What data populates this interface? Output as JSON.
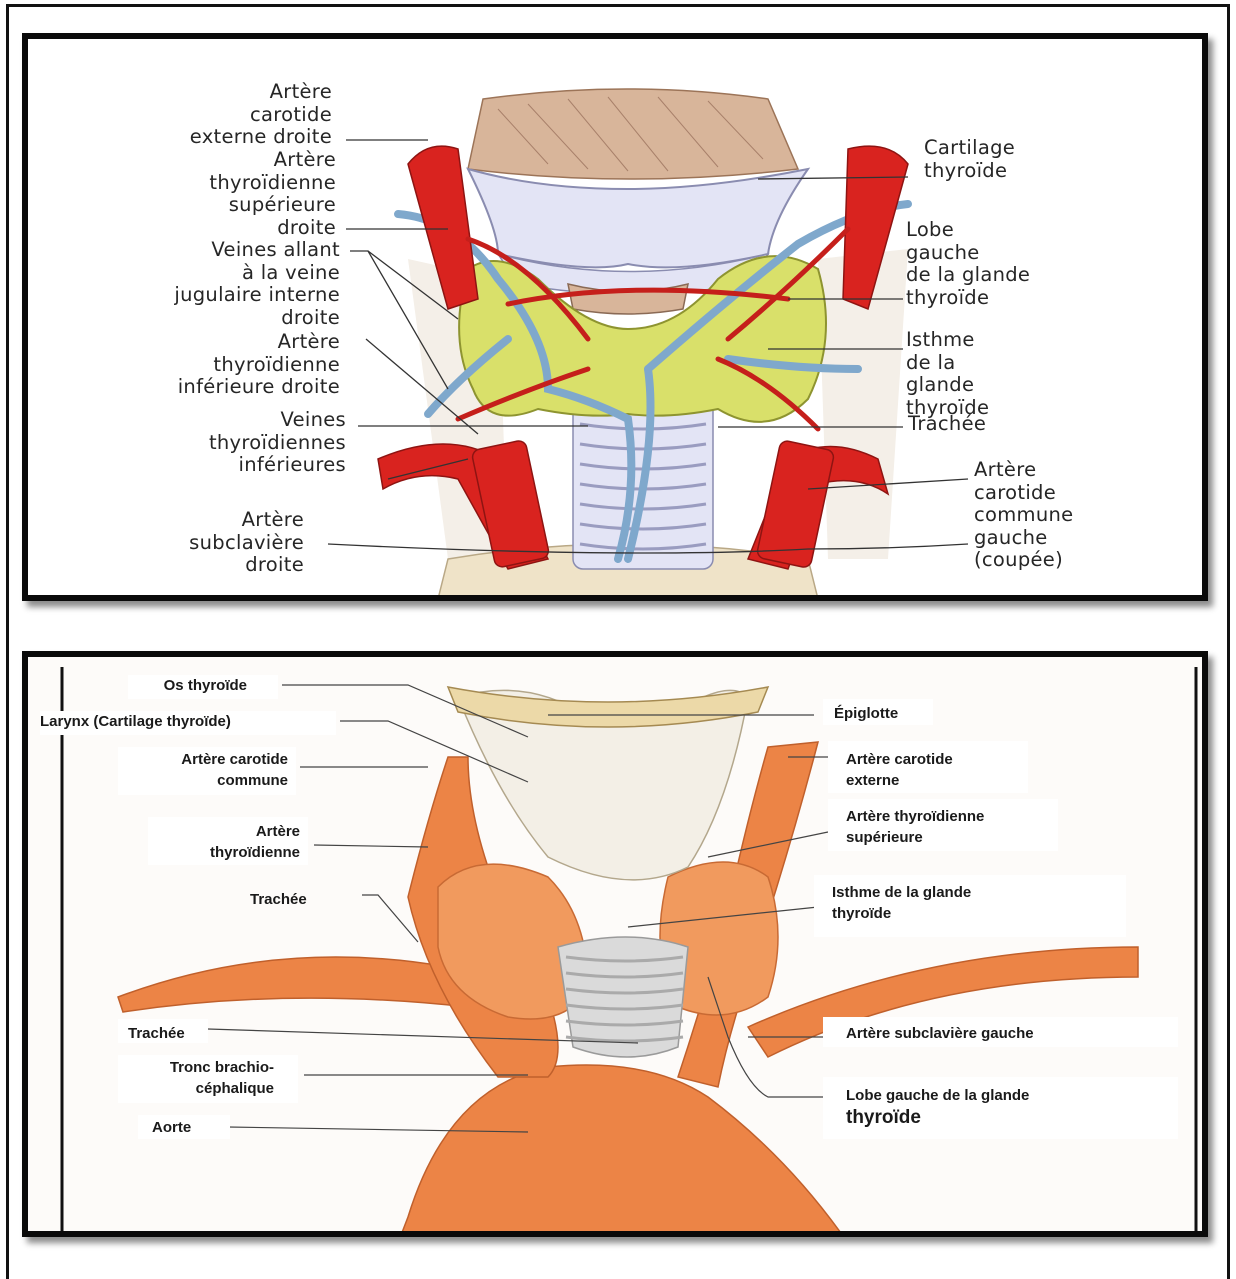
{
  "top_figure": {
    "labels": {
      "carotide_externe": [
        "Artère",
        "carotide",
        "externe droite"
      ],
      "thyroidienne_sup": [
        "Artère",
        "thyroïdienne",
        "supérieure",
        "droite"
      ],
      "veines_allant": [
        "Veines allant",
        "à la veine",
        "jugulaire interne",
        "droite"
      ],
      "thyroidienne_inf": [
        "Artère",
        "thyroïdienne",
        "inférieure droite"
      ],
      "veines_inf": [
        "Veines",
        "thyroïdiennes",
        "inférieures"
      ],
      "subclaviere": [
        "Artère",
        "subclavière",
        "droite"
      ],
      "cartilage": [
        "Cartilage",
        "thyroïde"
      ],
      "lobe_gauche": [
        "Lobe",
        "gauche",
        "de la glande",
        "thyroïde"
      ],
      "isthme": [
        "Isthme",
        "de la",
        "glande",
        "thyroïde"
      ],
      "trachee": "Trachée",
      "carotide_commune": [
        "Artère",
        "carotide",
        "commune",
        "gauche",
        "(coupée)"
      ]
    }
  },
  "bottom_figure": {
    "labels": {
      "os_thyroide": "Os thyroïde",
      "larynx": "Larynx (Cartilage thyroïde)",
      "carotide_commune": [
        "Artère carotide",
        "commune"
      ],
      "thyroidienne": [
        "Artère",
        "thyroïdienne"
      ],
      "trachee_1": "Trachée",
      "trachee_2": "Trachée",
      "tronc": [
        "Tronc brachio-",
        "céphalique"
      ],
      "aorte": "Aorte",
      "epiglotte": "Épiglotte",
      "carotide_externe": [
        "Artère  carotide",
        "externe"
      ],
      "thyroidienne_sup": [
        "Artère thyroïdienne",
        "supérieure"
      ],
      "isthme": [
        "Isthme de la glande",
        "thyroïde"
      ],
      "subclaviere_gauche": "Artère subclavière gauche",
      "lobe_gauche": [
        "Lobe gauche de la glande",
        "thyroïde"
      ]
    }
  },
  "colors": {
    "artery_red": "#d9231f",
    "vein_blue": "#7fa8cc",
    "gland_yellow": "#d9e06a",
    "cartilage_lilac": "#e3e4f5",
    "muscle_tan": "#d8b59a",
    "photo_orange": "#ec8446"
  }
}
